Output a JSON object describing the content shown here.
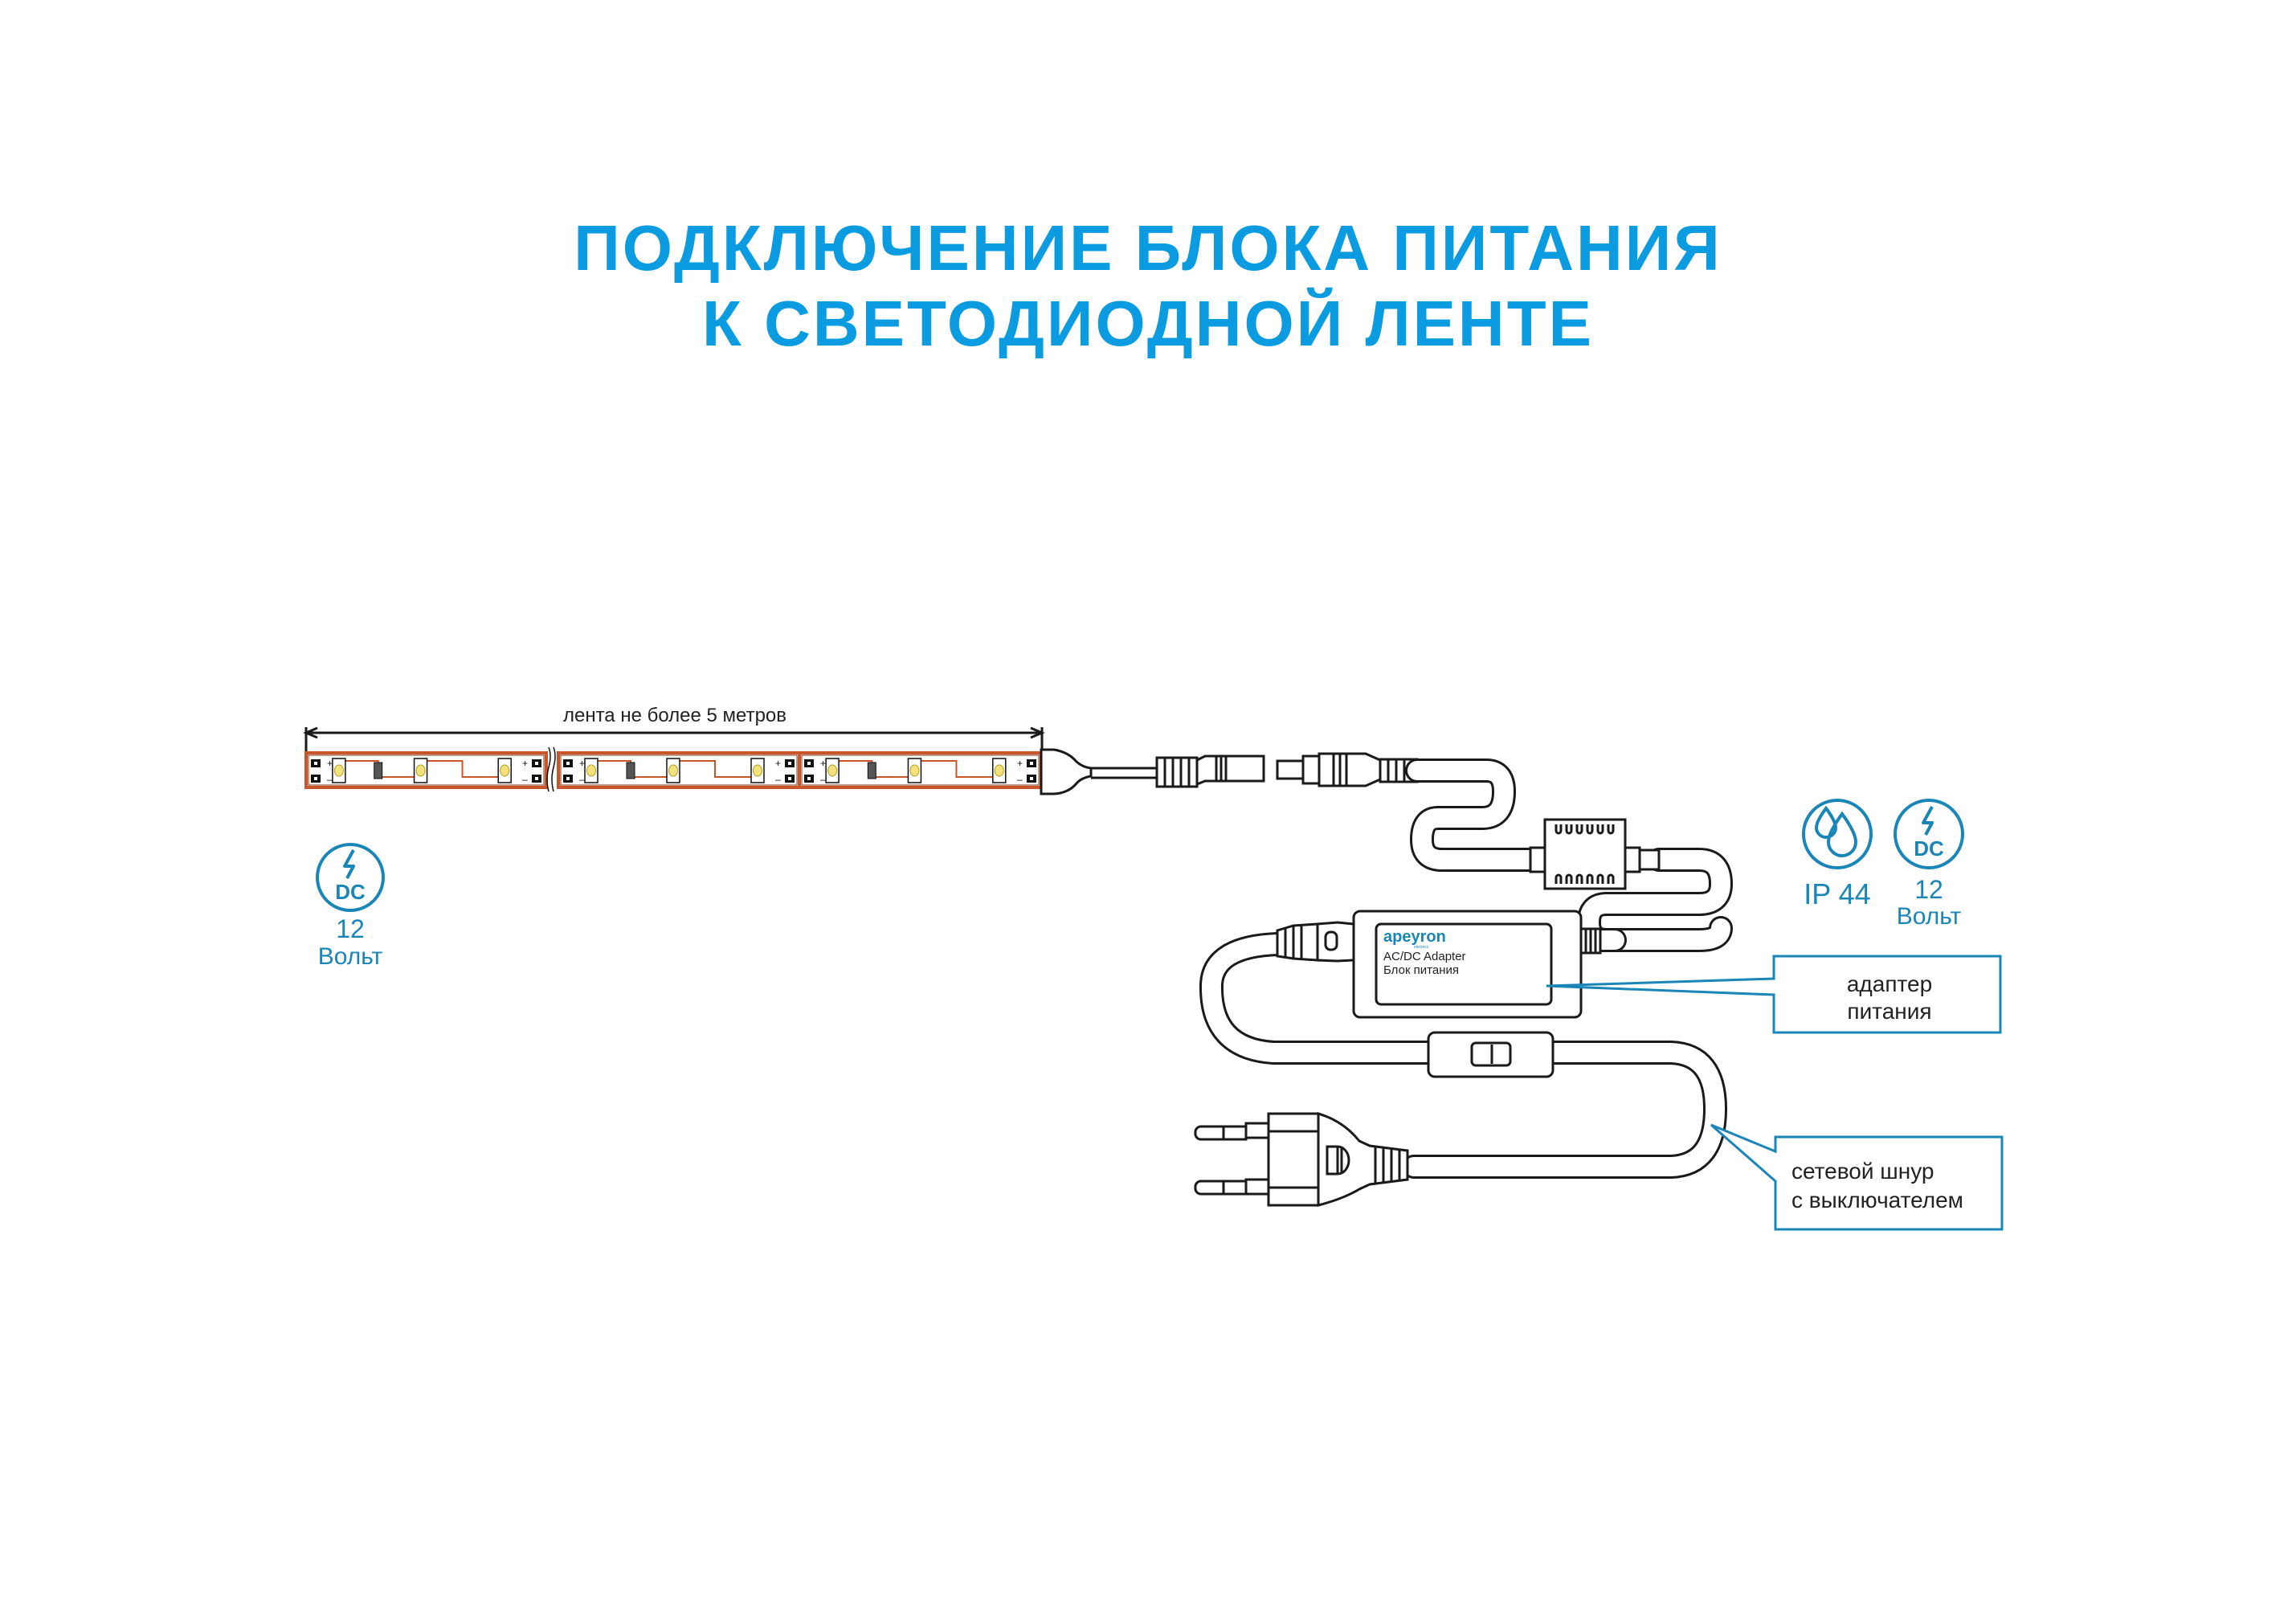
{
  "title": {
    "line1": "ПОДКЛЮЧЕНИЕ БЛОКА ПИТАНИЯ",
    "line2": "К СВЕТОДИОДНОЙ ЛЕНТЕ"
  },
  "colors": {
    "title": "#0b9be0",
    "accent": "#1a86b8",
    "strip_trace": "#c8562a",
    "led": "#f3e27a",
    "outline": "#1a1a1a"
  },
  "strip": {
    "dimension_label": "лента не более 5 метров",
    "pad_plus": "+",
    "pad_minus": "–"
  },
  "left_badge": {
    "icon": "dc-lightning-icon",
    "icon_text": "DC",
    "value": "12",
    "unit": "Вольт"
  },
  "right_badges": [
    {
      "icon": "water-drops-icon",
      "label": "IP 44"
    },
    {
      "icon": "dc-lightning-icon",
      "icon_text": "DC",
      "value": "12",
      "unit": "Вольт"
    }
  ],
  "adapter": {
    "brand": "apeyron",
    "brand_sub": "electrics",
    "line1": "AC/DC Adapter",
    "line2": "Блок питания"
  },
  "callouts": [
    {
      "line1": "адаптер",
      "line2": "питания"
    },
    {
      "line1": "сетевой шнур",
      "line2": "с выключателем"
    }
  ]
}
